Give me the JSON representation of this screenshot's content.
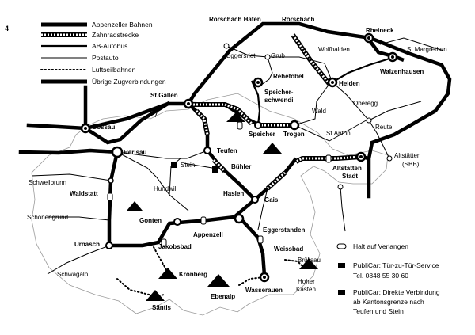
{
  "page_number": "4",
  "legend": [
    {
      "label": "Appenzeller Bahnen"
    },
    {
      "label": "Zahnradstrecke"
    },
    {
      "label": "AB-Autobus"
    },
    {
      "label": "Postauto"
    },
    {
      "label": "Luftseilbahnen"
    },
    {
      "label": "Übrige Zugverbindungen"
    }
  ],
  "legend2": {
    "request_stop": "Halt auf Verlangen",
    "publicar_door": "PubliCar: Tür-zu-Tür-Service",
    "publicar_phone": "Tel. 0848 55 30 60",
    "publicar_direct_1": "PubliCar: Direkte Verbindung",
    "publicar_direct_2": "ab Kantonsgrenze nach",
    "publicar_direct_3": "Teufen und Stein"
  },
  "places": {
    "rorschach_hafen": "Rorschach Hafen",
    "rorschach": "Rorschach",
    "rheineck": "Rheineck",
    "st_margrethen": "St.Margrethen",
    "wolfhalden": "Wolfhalden",
    "walzenhausen": "Walzenhausen",
    "eggersriet": "Eggersriet",
    "grub": "Grub",
    "heiden": "Heiden",
    "rehetobel": "Rehetobel",
    "speicherschwendi_1": "Speicher-",
    "speicherschwendi_2": "schwendi",
    "wald": "Wald",
    "oberegg": "Oberegg",
    "reute": "Reute",
    "st_gallen": "St.Gallen",
    "gossau": "Gossau",
    "speicher": "Speicher",
    "trogen": "Trogen",
    "st_anton": "St.Anton",
    "herisau": "Herisau",
    "teufen": "Teufen",
    "stein": "Stein",
    "buehler": "Bühler",
    "altstaetten_stadt_1": "Altstätten",
    "altstaetten_stadt_2": "Stadt",
    "altstaetten_sbb_1": "Altstätten",
    "altstaetten_sbb_2": "(SBB)",
    "schwellbrunn": "Schwellbrunn",
    "waldstatt": "Waldstatt",
    "hundwil": "Hundwil",
    "haslen": "Haslen",
    "gais": "Gais",
    "schoenengrund": "Schönengrund",
    "gonten": "Gonten",
    "eggerstanden": "Eggerstanden",
    "appenzell": "Appenzell",
    "urnaesch": "Urnäsch",
    "jakobsbad": "Jakobsbad",
    "weissbad": "Weissbad",
    "bruelisau": "Brülisau",
    "schwaegalp": "Schwägalp",
    "kronberg": "Kronberg",
    "hoher_kasten_1": "Hoher",
    "hoher_kasten_2": "Kasten",
    "ebenalp": "Ebenalp",
    "wasserauen": "Wasserauen",
    "saentis": "Säntis"
  }
}
